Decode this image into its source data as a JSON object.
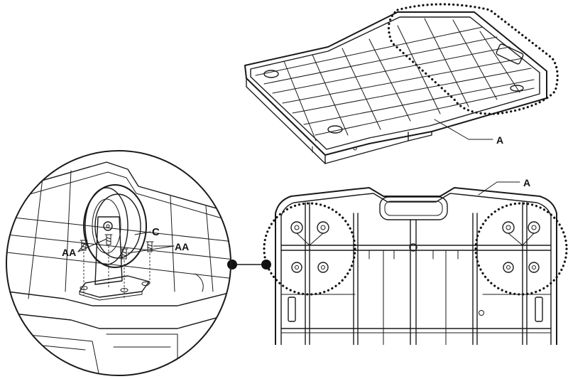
{
  "labels": {
    "part_a_top": "A",
    "part_a_bottom": "A",
    "wheel": "C",
    "screws_left": "AA",
    "screws_right": "AA"
  }
}
